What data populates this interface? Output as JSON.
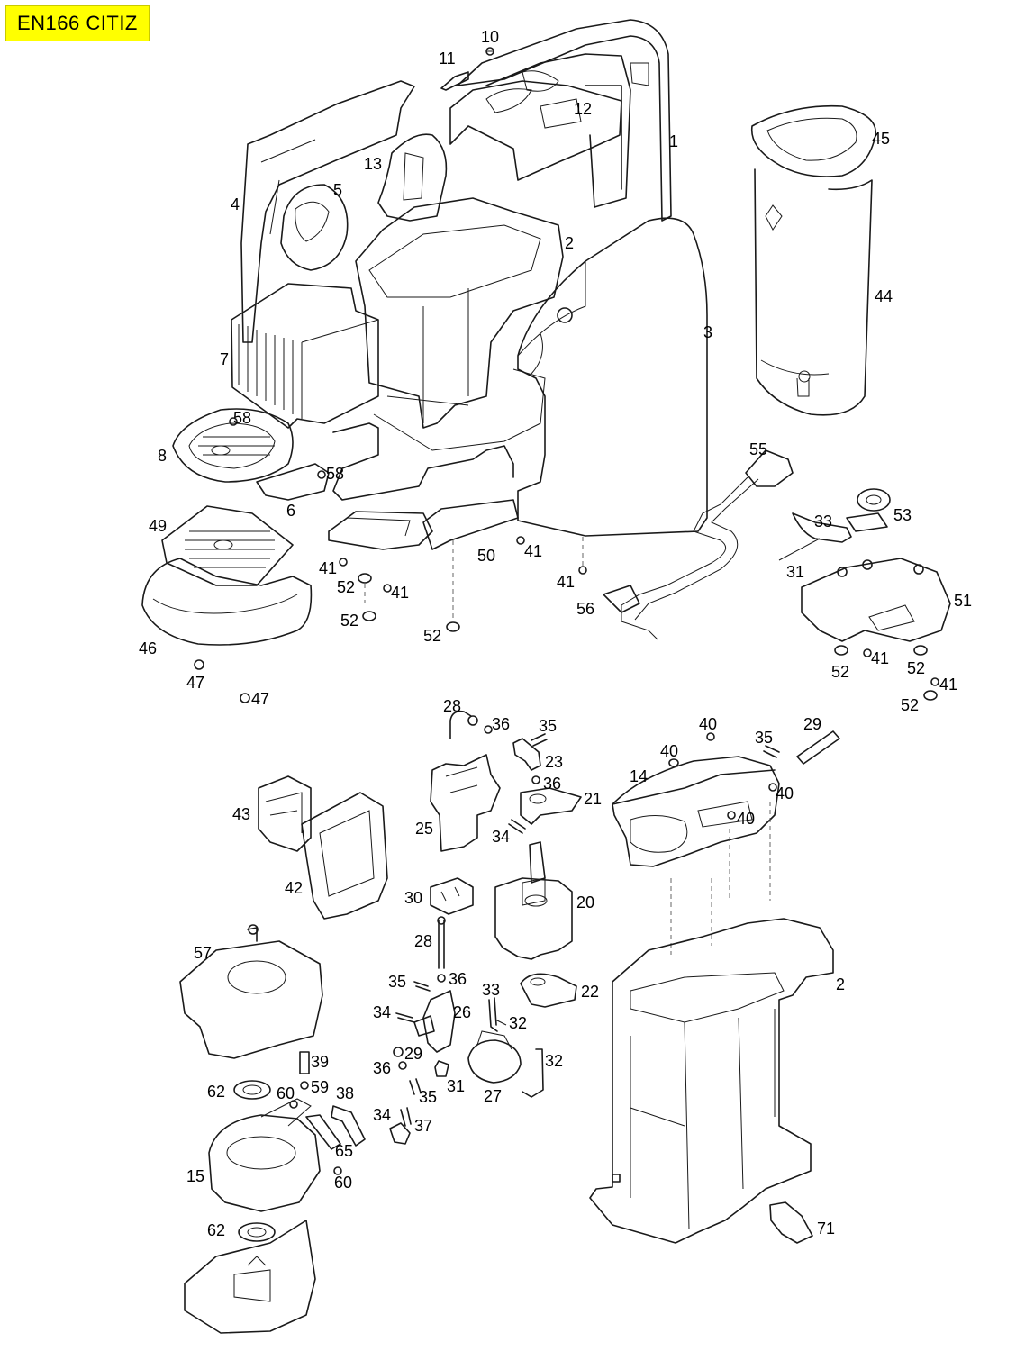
{
  "title": "EN166 CITIZ",
  "colors": {
    "title_badge_bg": "#ffff00",
    "line": "#1a1a1a",
    "background": "#ffffff"
  },
  "labels": {
    "n10": "10",
    "n11": "11",
    "n12": "12",
    "n1": "1",
    "n13": "13",
    "n5": "5",
    "n4": "4",
    "n2_top": "2",
    "n3": "3",
    "n45": "45",
    "n44": "44",
    "n7": "7",
    "n58_a": "58",
    "n58_b": "58",
    "n8": "8",
    "n6": "6",
    "n55": "55",
    "n53": "53",
    "n33_top": "33",
    "n31": "31",
    "n51": "51",
    "n49": "49",
    "n50": "50",
    "n41_a": "41",
    "n41_b": "41",
    "n41_c": "41",
    "n41_d": "41",
    "n41_e": "41",
    "n41_f": "41",
    "n52_a": "52",
    "n52_b": "52",
    "n52_c": "52",
    "n52_d": "52",
    "n52_e": "52",
    "n52_f": "52",
    "n56": "56",
    "n46": "46",
    "n47_a": "47",
    "n47_b": "47",
    "n28_top": "28",
    "n36_a": "36",
    "n35_a": "35",
    "n23": "23",
    "n36_b": "36",
    "n21": "21",
    "n25": "25",
    "n34_a": "34",
    "n40_a": "40",
    "n40_b": "40",
    "n40_c": "40",
    "n40_d": "40",
    "n35_b": "35",
    "n29_top": "29",
    "n14": "14",
    "n43": "43",
    "n42": "42",
    "n30": "30",
    "n20": "20",
    "n28_mid": "28",
    "n57": "57",
    "n35_c": "35",
    "n36_c": "36",
    "n22": "22",
    "n34_b": "34",
    "n26": "26",
    "n33_mid": "33",
    "n32_a": "32",
    "n32_b": "32",
    "n39": "39",
    "n29_mid": "29",
    "n36_d": "36",
    "n31_mid": "31",
    "n27": "27",
    "n62_a": "62",
    "n60_a": "60",
    "n59": "59",
    "n38": "38",
    "n35_d": "35",
    "n34_c": "34",
    "n37": "37",
    "n65": "65",
    "n15": "15",
    "n60_b": "60",
    "n62_b": "62",
    "n2_bottom": "2",
    "n71": "71"
  }
}
